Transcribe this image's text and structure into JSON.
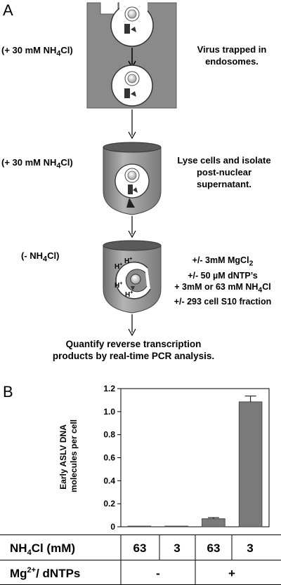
{
  "panel_a": {
    "letter": "A",
    "step1": {
      "condition_pre": "(+ 30 mM NH",
      "condition_sub": "4",
      "condition_post": "Cl)",
      "desc_line1": "Virus trapped in",
      "desc_line2": "endosomes."
    },
    "step2": {
      "condition_pre": "(+ 30 mM NH",
      "condition_sub": "4",
      "condition_post": "Cl)",
      "desc_line1": "Lyse cells and isolate",
      "desc_line2": "post-nuclear",
      "desc_line3": "supernatant."
    },
    "step3": {
      "condition_pre": "(- NH",
      "condition_sub": "4",
      "condition_post": "Cl)",
      "h_plus": "H",
      "plus": "+",
      "list": [
        {
          "pre": "+/- 3mM MgCl",
          "sub": "2",
          "post": ""
        },
        {
          "pre": "+/- 50 µM dNTP’s",
          "sub": "",
          "post": ""
        },
        {
          "pre": "+ 3mM or 63 mM NH",
          "sub": "4",
          "post": "Cl"
        },
        {
          "pre": "+/- 293 cell S10 fraction",
          "sub": "",
          "post": ""
        }
      ]
    },
    "final_line1": "Quantify reverse transcription",
    "final_line2": "products by real-time PCR analysis."
  },
  "panel_b": {
    "letter": "B",
    "ylabel_line1": "Early ASLV DNA",
    "ylabel_line2": "molecules per cell",
    "yticks": [
      "0",
      "0.2",
      "0.4",
      "0.6",
      "0.8",
      "1.0",
      "1.2"
    ],
    "table": {
      "row1_label_pre": "NH",
      "row1_label_sub": "4",
      "row1_label_post": "Cl (mM)",
      "row1_values": [
        "63",
        "3",
        "63",
        "3"
      ],
      "row2_label_pre": "Mg",
      "row2_label_sup": "2+",
      "row2_label_post": "/ dNTPs",
      "row2_values": [
        "-",
        "+"
      ]
    }
  },
  "colors": {
    "cell_gray": "#8a8a8a",
    "bar_fill": "#7a7a7a",
    "dark": "#2a2a2a"
  },
  "chart_data": {
    "type": "bar",
    "categories": [
      "63",
      "3",
      "63",
      "3"
    ],
    "values": [
      0.005,
      0.003,
      0.07,
      1.085
    ],
    "errors": [
      0.002,
      0.002,
      0.01,
      0.05
    ],
    "ylabel": "Early ASLV DNA molecules per cell",
    "ylim": [
      0,
      1.2
    ],
    "grid": false
  }
}
